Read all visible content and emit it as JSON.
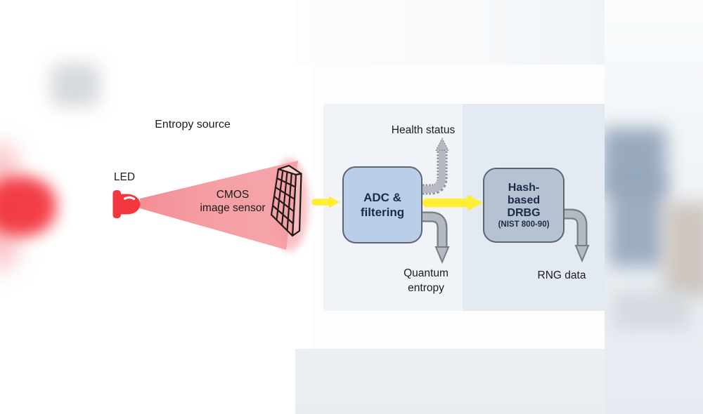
{
  "diagram": {
    "section_title": "Entropy source",
    "led": {
      "label": "LED"
    },
    "sensor": {
      "label_line1": "CMOS",
      "label_line2": "image sensor"
    },
    "adc_box": {
      "line1": "ADC &",
      "line2": "filtering"
    },
    "drbg_box": {
      "line1": "Hash-",
      "line2": "based",
      "line3": "DRBG",
      "note": "(NIST 800-90)"
    },
    "flows": {
      "health_status": "Health status",
      "quantum_line1": "Quantum",
      "quantum_line2": "entropy",
      "rng_data": "RNG data"
    },
    "colors": {
      "led_red": "#f2373f",
      "beam_pink": "#f5a6ab",
      "beam_pink_deep": "#f18289",
      "sensor_front": "#f2a3a9",
      "sensor_side": "#f6bcc1",
      "sensor_top": "#f9cdd1",
      "outline_dark": "#201916",
      "arrow_yellow": "#ffee33",
      "arrow_gray_fill": "#b4bac1",
      "arrow_gray_edge": "#767d86",
      "adc_fill": "#b9cfe9",
      "adc_border": "#5f656f",
      "drbg_fill": "#b4c2d2",
      "drbg_border": "#5f656f",
      "panel_left": "#f0f3f8",
      "panel_right": "#e4eaf1",
      "card_white": "#fdfdfe",
      "text_dark": "#1c1c1c",
      "box_text": "#1d2b49"
    }
  }
}
